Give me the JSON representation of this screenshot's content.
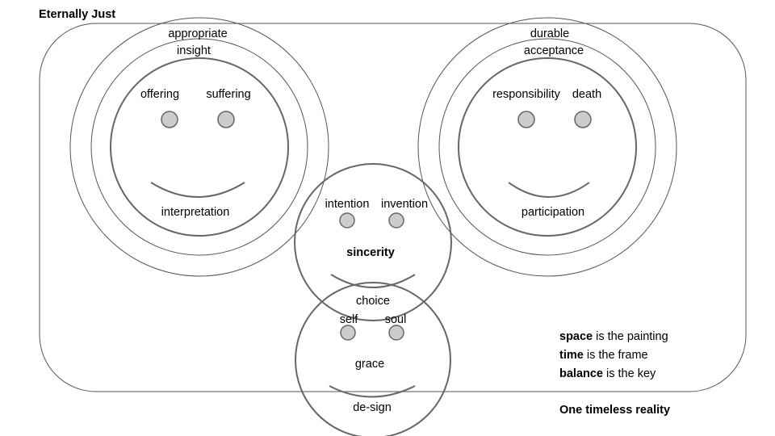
{
  "title": "Eternally Just",
  "left_face": {
    "outer_label": "appropriate",
    "middle_label": "insight",
    "left_eye_label": "offering",
    "right_eye_label": "suffering",
    "bottom_label": "interpretation"
  },
  "right_face": {
    "outer_label": "durable",
    "middle_label": "acceptance",
    "left_eye_label": "responsibility",
    "right_eye_label": "death",
    "bottom_label": "participation"
  },
  "center_face": {
    "left_eye_label": "intention",
    "right_eye_label": "invention",
    "center_label": "sincerity",
    "bottom_label": "choice"
  },
  "bottom_face": {
    "left_eye_label": "self",
    "right_eye_label": "soul",
    "center_label": "grace",
    "bottom_label": "de-sign"
  },
  "statements": [
    {
      "bold": "space",
      "rest": " is the painting"
    },
    {
      "bold": "time",
      "rest": " is the frame"
    },
    {
      "bold": "balance",
      "rest": " is the key"
    }
  ],
  "footer": "One timeless reality",
  "colors": {
    "stroke": "#666666",
    "eye_fill": "#cccccc",
    "text": "#000000"
  }
}
